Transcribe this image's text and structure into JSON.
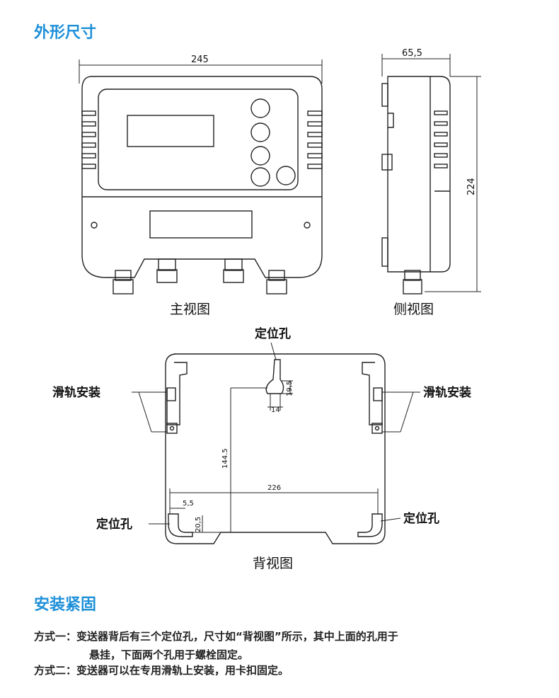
{
  "sections": {
    "dimensions_title": "外形尺寸",
    "mounting_title": "安装紧固"
  },
  "figure": {
    "front": {
      "width": "245",
      "caption": "主视图"
    },
    "side": {
      "depth": "65,5",
      "height": "224",
      "caption": "侧视图"
    },
    "back": {
      "caption": "背视图",
      "top_hole_label": "定位孔",
      "rail_left_label": "滑轨安装",
      "rail_right_label": "滑轨安装",
      "bottom_left_label": "定位孔",
      "bottom_right_label": "定位孔",
      "dim_width": "226",
      "dim_height": "144.5",
      "dim_offset": "5,5",
      "dim_bottom_hole": "20,5",
      "dim_slot_h": "19,5",
      "dim_slot_w": "14"
    }
  },
  "mounting": {
    "method1_label": "方式一：",
    "method1_line1": "变送器背后有三个定位孔，尺寸如“背视图”所示，其中上面的孔用于",
    "method1_line2": "悬挂，下面两个孔用于螺栓固定。",
    "method2_label": "方式二：",
    "method2_text": "变送器可以在专用滑轨上安装，用卡扣固定。"
  },
  "colors": {
    "accent": "#1e90d8",
    "line": "#222222"
  }
}
